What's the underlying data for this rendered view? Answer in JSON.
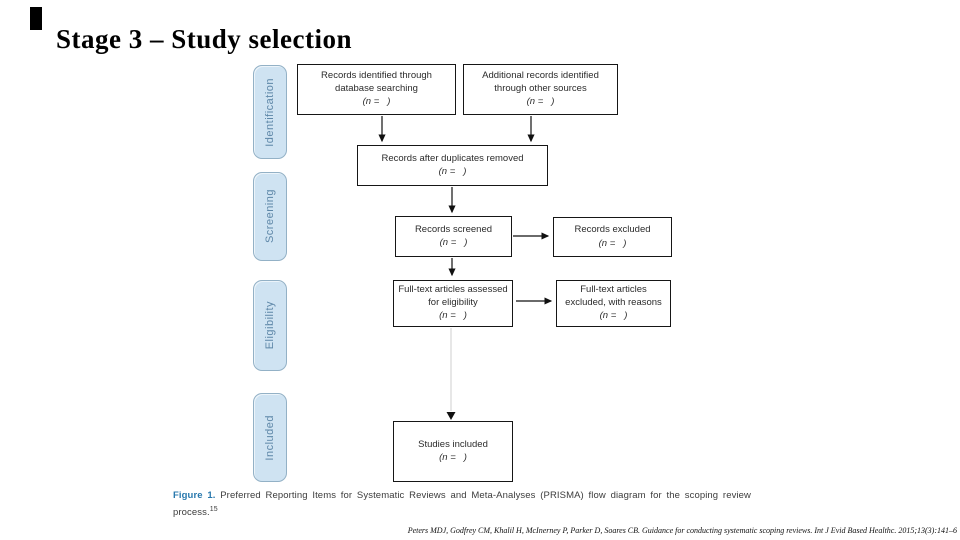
{
  "slide": {
    "title": "Stage 3 – Study selection"
  },
  "diagram": {
    "stages": [
      {
        "label": "Identification"
      },
      {
        "label": "Screening"
      },
      {
        "label": "Eligibility"
      },
      {
        "label": "Included"
      }
    ],
    "boxes": [
      {
        "text": "Records identified through database searching",
        "n": "(n =   )"
      },
      {
        "text": "Additional records identified through other sources",
        "n": "(n =   )"
      },
      {
        "text": "Records after duplicates removed",
        "n": "(n =   )"
      },
      {
        "text": "Records screened",
        "n": "(n =   )"
      },
      {
        "text": "Records excluded",
        "n": "(n =   )"
      },
      {
        "text": "Full-text articles assessed for eligibility",
        "n": "(n =   )"
      },
      {
        "text": "Full-text articles excluded, with reasons",
        "n": "(n =   )"
      },
      {
        "text": "Studies included",
        "n": "(n =   )"
      }
    ]
  },
  "caption": {
    "figure_label": "Figure 1.",
    "body": " Preferred Reporting Items for Systematic Reviews and Meta-Analyses (PRISMA) flow diagram for the scoping review process.",
    "superscript": "15"
  },
  "footer": {
    "citation": "Peters MDJ, Godfrey CM, Khalil H, McInerney P, Parker D, Soares CB. Guidance for conducting systematic scoping reviews. Int J Evid Based Healthc. 2015;13(3):141–6"
  },
  "colors": {
    "stage_fill": "#cfe3f2",
    "stage_border": "#93b1c6",
    "stage_text": "#5e87a8",
    "figure_label": "#2878ad"
  }
}
